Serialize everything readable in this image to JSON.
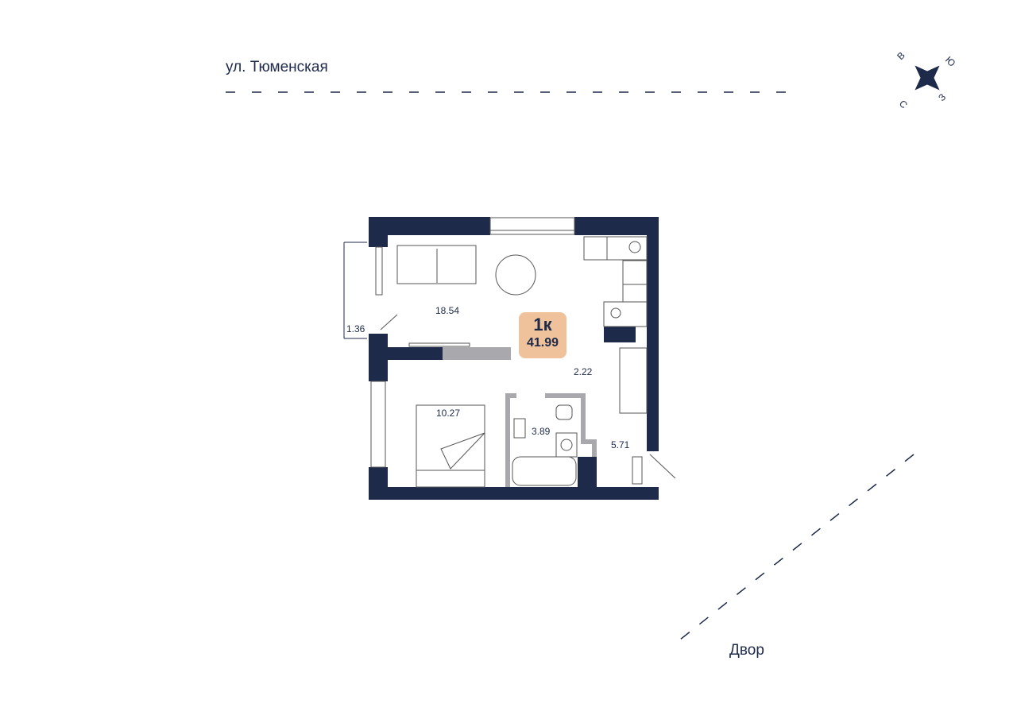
{
  "street_label": "ул. Тюменская",
  "yard_label": "Двор",
  "compass": {
    "n": "С",
    "s": "Ю",
    "e": "В",
    "w": "З"
  },
  "apartment": {
    "rooms": "1к",
    "total_area": "41.99"
  },
  "rooms": {
    "living": "18.54",
    "balcony": "1.36",
    "hall": "2.22",
    "bedroom": "10.27",
    "bathroom": "3.89",
    "entry": "5.71"
  },
  "colors": {
    "wall": "#1e2a4a",
    "partition": "#a9a9ad",
    "badge": "#efc29b"
  }
}
